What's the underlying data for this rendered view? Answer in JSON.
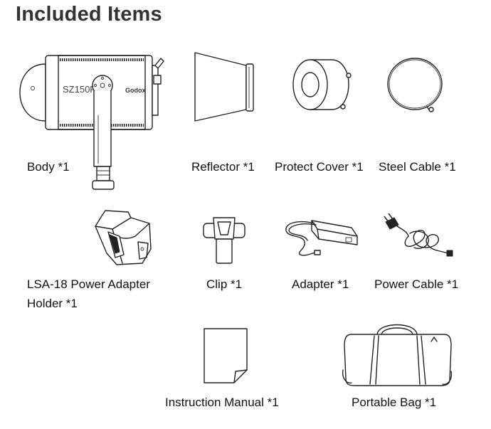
{
  "page": {
    "title": "Included Items"
  },
  "body_text": {
    "brand": "Godox",
    "model": "SZ150R"
  },
  "items": [
    {
      "label": "Body *1",
      "icon": "light-body-icon"
    },
    {
      "label": "Reflector *1",
      "icon": "reflector-icon"
    },
    {
      "label": "Protect Cover *1",
      "icon": "protect-cover-icon"
    },
    {
      "label": "Steel Cable *1",
      "icon": "steel-cable-icon"
    },
    {
      "label": "LSA-18 Power Adapter",
      "label2": "Holder *1",
      "icon": "adapter-holder-icon"
    },
    {
      "label": "Clip *1",
      "icon": "clip-icon"
    },
    {
      "label": "Adapter *1",
      "icon": "adapter-icon"
    },
    {
      "label": "Power Cable *1",
      "icon": "power-cable-icon"
    },
    {
      "label": "Instruction Manual *1",
      "icon": "manual-icon"
    },
    {
      "label": "Portable Bag *1",
      "icon": "bag-icon"
    }
  ]
}
